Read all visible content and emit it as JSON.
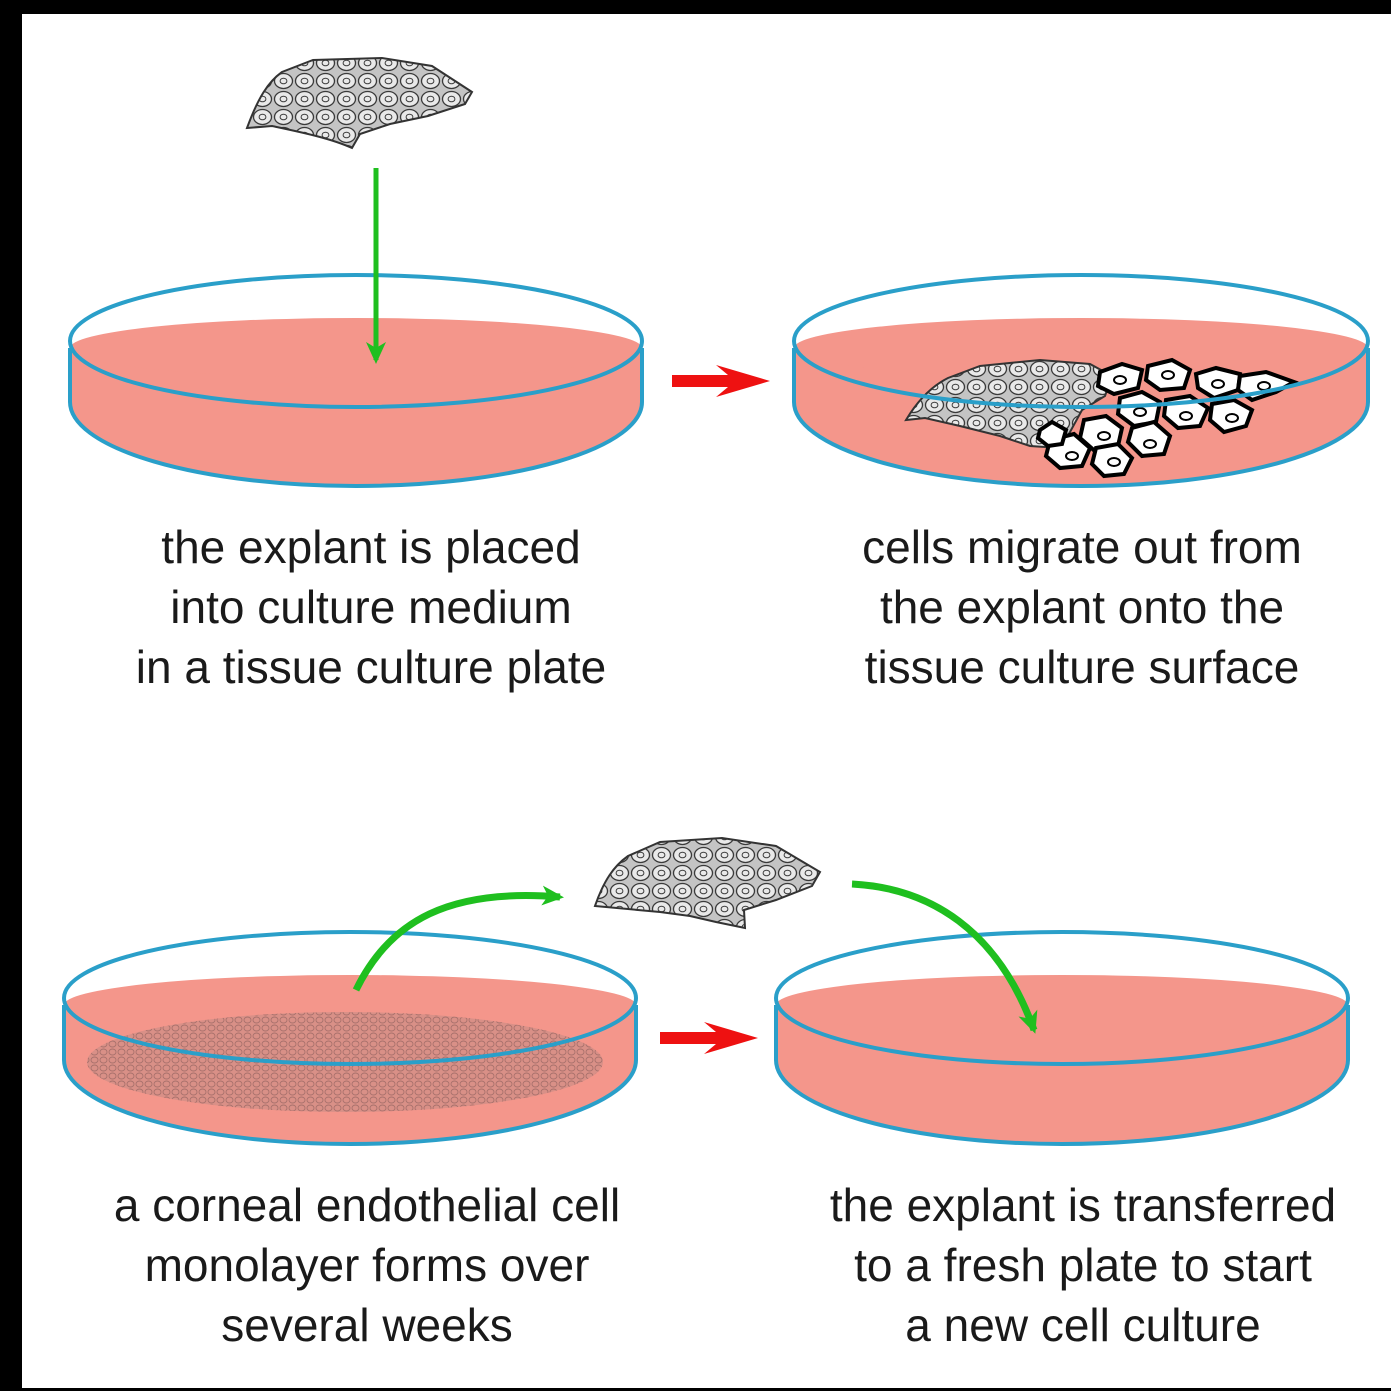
{
  "colors": {
    "medium": "#f4968b",
    "dish_rim": "#2a9fc9",
    "green_arrow": "#1fbf1f",
    "red_arrow": "#ee1111",
    "cell_fill": "#c9c9c9",
    "border": "#000000"
  },
  "icons": {
    "explant": "cell-sheet-icon",
    "dish": "petri-dish-icon",
    "step_arrow": "red-arrow-icon",
    "transfer_arrow": "green-arrow-icon"
  },
  "steps": [
    {
      "lines": [
        "the explant is placed",
        "into culture medium",
        "in a tissue culture plate"
      ]
    },
    {
      "lines": [
        "cells migrate out from",
        "the explant onto the",
        "tissue culture surface"
      ]
    },
    {
      "lines": [
        "a corneal endothelial cell",
        "monolayer forms over",
        "several weeks"
      ]
    },
    {
      "lines": [
        "the explant is transferred",
        "to a fresh plate to start",
        "a new cell culture"
      ]
    }
  ]
}
